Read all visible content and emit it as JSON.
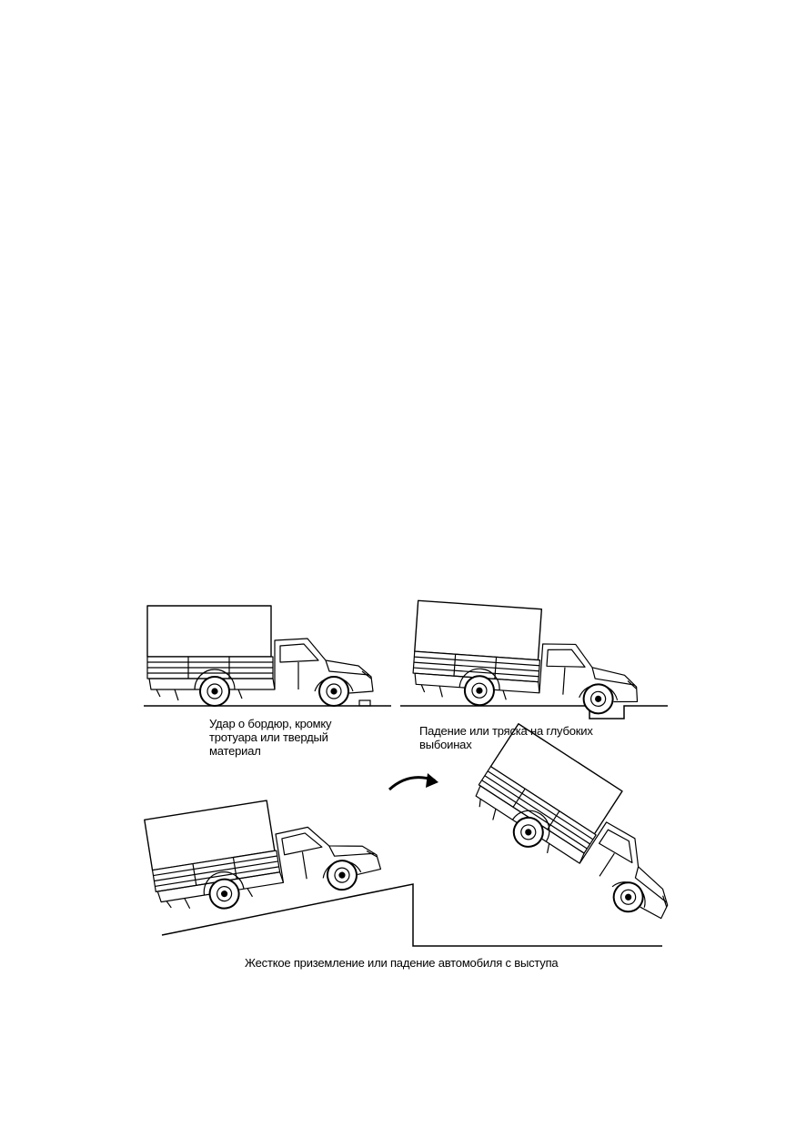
{
  "figure": {
    "captions": {
      "curb_impact": "Удар о бордюр, кромку\nтротуара или твердый\nматериал",
      "pothole_drop": "Падение или тряска на глубоких\nвыбоинах",
      "hard_landing": "Жесткое приземление или падение автомобиля с выступа"
    },
    "colors": {
      "line": "#000000",
      "background": "#ffffff"
    },
    "icons": [
      "truck-illustration",
      "curved-arrow-icon",
      "curb-icon",
      "pothole-icon",
      "ledge-icon"
    ]
  }
}
